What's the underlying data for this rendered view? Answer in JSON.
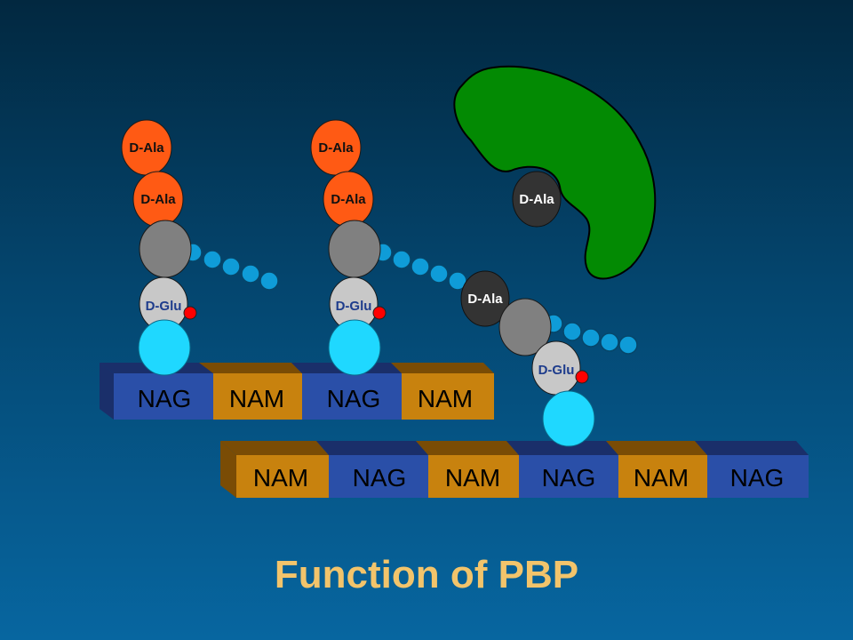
{
  "title": "Function of PBP",
  "colors": {
    "nag_blue": "#2a4fa8",
    "nam_orange": "#c8820e",
    "d_ala_orange": "#ff5a14",
    "d_ala_dark": "#333333",
    "d_glu_gray": "#c8c8c8",
    "lys_gray": "#808080",
    "sugar_cyan": "#1fd8ff",
    "pentaglycine_blue": "#0f9cd8",
    "pbp_green": "#038a03",
    "crosslink_red": "#ff0000",
    "title_gold": "#f2c46b"
  },
  "upper_strand": [
    "NAG",
    "NAM",
    "NAG",
    "NAM"
  ],
  "lower_strand": [
    "NAM",
    "NAG",
    "NAM",
    "NAG",
    "NAM",
    "NAG"
  ],
  "labels": {
    "d_ala": "D-Ala",
    "d_glu": "D-Glu"
  },
  "pbp_enzyme": {
    "icon": "pbp-enzyme-shape",
    "bound_residue": "D-Ala"
  }
}
